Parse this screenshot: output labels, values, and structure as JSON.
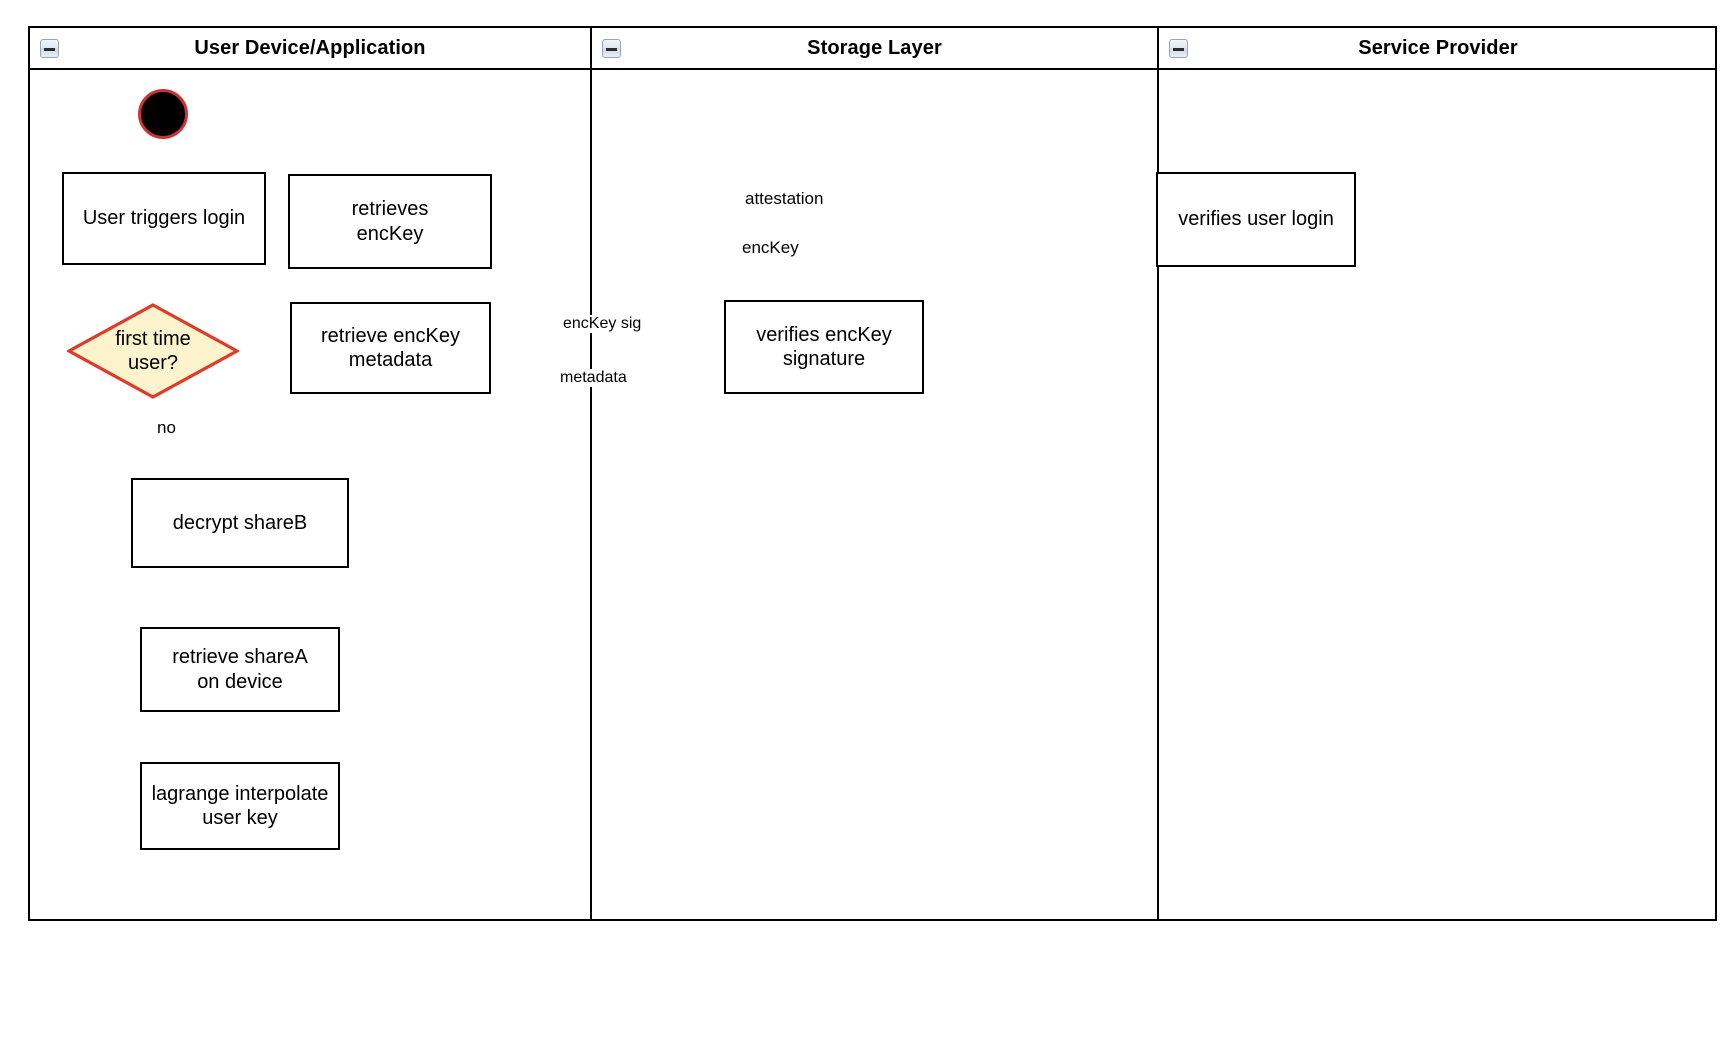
{
  "diagram": {
    "type": "swimlane-activity-diagram",
    "accent_color": "#b05a52",
    "decision_fill": "#fdf3cd",
    "decision_stroke": "#e03a28",
    "start_node_fill": "#000000",
    "start_node_stroke": "#cc3333",
    "lanes": [
      {
        "id": "user-device",
        "title": "User Device/Application",
        "collapse_icon": "collapse-minus-icon"
      },
      {
        "id": "storage-layer",
        "title": "Storage Layer",
        "collapse_icon": "collapse-minus-icon"
      },
      {
        "id": "service-provider",
        "title": "Service Provider",
        "collapse_icon": "collapse-minus-icon"
      }
    ],
    "nodes": [
      {
        "id": "start",
        "lane": "user-device",
        "shape": "start-event",
        "label": ""
      },
      {
        "id": "user-triggers-login",
        "lane": "user-device",
        "shape": "task",
        "label": "User triggers login"
      },
      {
        "id": "retrieves-enckey",
        "lane": "user-device",
        "shape": "task",
        "label": "retrieves\nencKey",
        "line1": "retrieves",
        "line2": "encKey"
      },
      {
        "id": "retrieve-enckey-metadata",
        "lane": "user-device",
        "shape": "task",
        "label": "retrieve encKey\nmetadata",
        "line1": "retrieve encKey",
        "line2": "metadata"
      },
      {
        "id": "first-time-user",
        "lane": "user-device",
        "shape": "decision",
        "label": "first time\nuser?",
        "line1": "first time",
        "line2": "user?"
      },
      {
        "id": "decrypt-shareb",
        "lane": "user-device",
        "shape": "task",
        "label": "decrypt shareB"
      },
      {
        "id": "retrieve-sharea-on-device",
        "lane": "user-device",
        "shape": "task",
        "label": "retrieve shareA\non device",
        "line1": "retrieve shareA",
        "line2": "on device"
      },
      {
        "id": "lagrange-interpolate-user-key",
        "lane": "user-device",
        "shape": "task",
        "label": "lagrange interpolate\nuser key",
        "line1": "lagrange interpolate",
        "line2": "user key"
      },
      {
        "id": "verifies-enckey-signature",
        "lane": "storage-layer",
        "shape": "task",
        "label": "verifies encKey\nsignature",
        "line1": "verifies encKey",
        "line2": "signature"
      },
      {
        "id": "verifies-user-login",
        "lane": "service-provider",
        "shape": "task",
        "label": "verifies user login"
      }
    ],
    "edges": [
      {
        "id": "start-to-login",
        "from": "start",
        "to": "user-triggers-login",
        "label": ""
      },
      {
        "id": "login-to-retrieves",
        "from": "user-triggers-login",
        "to": "retrieves-enckey",
        "label": ""
      },
      {
        "id": "retrieves-to-sp",
        "from": "retrieves-enckey",
        "to": "verifies-user-login",
        "label": "attestation"
      },
      {
        "id": "sp-to-retrieves",
        "from": "verifies-user-login",
        "to": "retrieves-enckey",
        "label": "encKey"
      },
      {
        "id": "retrieves-to-metadata",
        "from": "retrieves-enckey",
        "to": "retrieve-enckey-metadata",
        "label": ""
      },
      {
        "id": "metadata-to-storage",
        "from": "retrieve-enckey-metadata",
        "to": "verifies-enckey-signature",
        "label": "encKey sig"
      },
      {
        "id": "storage-to-metadata",
        "from": "verifies-enckey-signature",
        "to": "retrieve-enckey-metadata",
        "label": "metadata"
      },
      {
        "id": "metadata-to-decision",
        "from": "retrieve-enckey-metadata",
        "to": "first-time-user",
        "label": ""
      },
      {
        "id": "decision-to-decrypt",
        "from": "first-time-user",
        "to": "decrypt-shareb",
        "label": "no"
      },
      {
        "id": "decrypt-to-sharea",
        "from": "decrypt-shareb",
        "to": "retrieve-sharea-on-device",
        "label": ""
      },
      {
        "id": "sharea-to-lagrange",
        "from": "retrieve-sharea-on-device",
        "to": "lagrange-interpolate-user-key",
        "label": ""
      }
    ]
  }
}
